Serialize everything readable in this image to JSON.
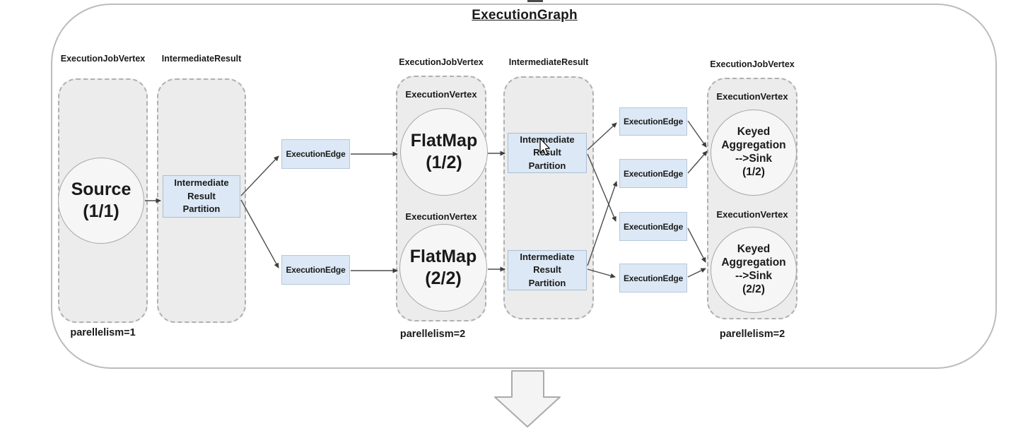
{
  "title": "ExecutionGraph",
  "labels": {
    "execution_job_vertex": "ExecutionJobVertex",
    "intermediate_result": "IntermediateResult",
    "execution_vertex": "ExecutionVertex",
    "execution_edge": "ExecutionEdge",
    "parallelism_1": "parellelism=1",
    "parallelism_2": "parellelism=2"
  },
  "nodes": {
    "source": "Source\n(1/1)",
    "flatmap_1": "FlatMap\n(1/2)",
    "flatmap_2": "FlatMap\n(2/2)",
    "keyed_aggregation_sink_1": "Keyed\nAggregation\n-->Sink\n(1/2)",
    "keyed_aggregation_sink_2": "Keyed\nAggregation\n-->Sink\n(2/2)",
    "intermediate_result_partition": "Intermediate\nResult\nPartition"
  },
  "colors": {
    "group_fill": "#ececec",
    "group_border": "#b0b0b0",
    "node_fill": "#f6f6f6",
    "node_border": "#a8a8a8",
    "edge_box_fill": "#dce8f5",
    "edge_box_border": "#a9bed2",
    "arrow": "#3d3d3d",
    "outer_frame_border": "#bcbcbc",
    "text": "#1a1a1a"
  }
}
